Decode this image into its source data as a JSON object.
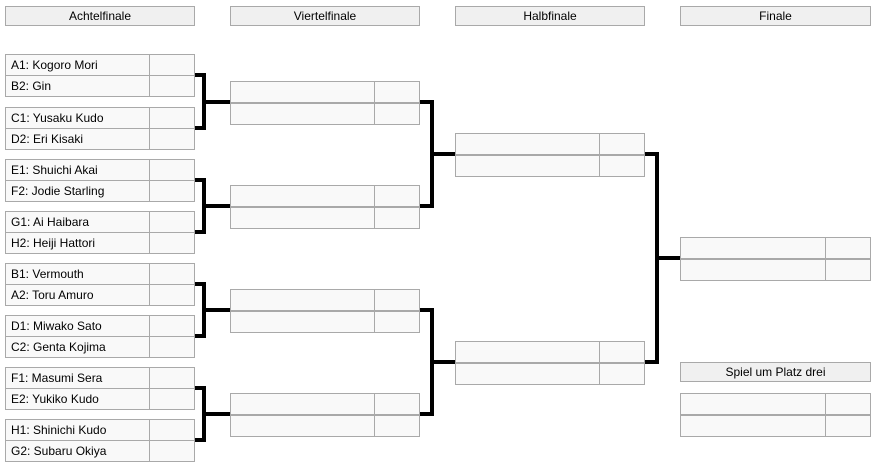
{
  "rounds": {
    "headers": [
      {
        "id": "r16",
        "label": "Achtelfinale"
      },
      {
        "id": "qf",
        "label": "Viertelfinale"
      },
      {
        "id": "sf",
        "label": "Halbfinale"
      },
      {
        "id": "final",
        "label": "Finale"
      },
      {
        "id": "third",
        "label": "Spiel um Platz drei"
      }
    ]
  },
  "bracket": {
    "r16": [
      {
        "slots": [
          {
            "label": "A1: Kogoro Mori",
            "score": ""
          },
          {
            "label": "B2: Gin",
            "score": ""
          }
        ]
      },
      {
        "slots": [
          {
            "label": "C1: Yusaku Kudo",
            "score": ""
          },
          {
            "label": "D2: Eri Kisaki",
            "score": ""
          }
        ]
      },
      {
        "slots": [
          {
            "label": "E1: Shuichi Akai",
            "score": ""
          },
          {
            "label": "F2: Jodie Starling",
            "score": ""
          }
        ]
      },
      {
        "slots": [
          {
            "label": "G1: Ai Haibara",
            "score": ""
          },
          {
            "label": "H2: Heiji Hattori",
            "score": ""
          }
        ]
      },
      {
        "slots": [
          {
            "label": "B1: Vermouth",
            "score": ""
          },
          {
            "label": "A2: Toru Amuro",
            "score": ""
          }
        ]
      },
      {
        "slots": [
          {
            "label": "D1: Miwako Sato",
            "score": ""
          },
          {
            "label": "C2: Genta Kojima",
            "score": ""
          }
        ]
      },
      {
        "slots": [
          {
            "label": "F1: Masumi Sera",
            "score": ""
          },
          {
            "label": "E2: Yukiko Kudo",
            "score": ""
          }
        ]
      },
      {
        "slots": [
          {
            "label": "H1: Shinichi Kudo",
            "score": ""
          },
          {
            "label": "G2: Subaru Okiya",
            "score": ""
          }
        ]
      }
    ],
    "qf": [
      {
        "slots": [
          {
            "label": "",
            "score": ""
          },
          {
            "label": "",
            "score": ""
          }
        ]
      },
      {
        "slots": [
          {
            "label": "",
            "score": ""
          },
          {
            "label": "",
            "score": ""
          }
        ]
      },
      {
        "slots": [
          {
            "label": "",
            "score": ""
          },
          {
            "label": "",
            "score": ""
          }
        ]
      },
      {
        "slots": [
          {
            "label": "",
            "score": ""
          },
          {
            "label": "",
            "score": ""
          }
        ]
      }
    ],
    "sf": [
      {
        "slots": [
          {
            "label": "",
            "score": ""
          },
          {
            "label": "",
            "score": ""
          }
        ]
      },
      {
        "slots": [
          {
            "label": "",
            "score": ""
          },
          {
            "label": "",
            "score": ""
          }
        ]
      }
    ],
    "final": {
      "slots": [
        {
          "label": "",
          "score": ""
        },
        {
          "label": "",
          "score": ""
        }
      ]
    },
    "third_place": {
      "slots": [
        {
          "label": "",
          "score": ""
        },
        {
          "label": "",
          "score": ""
        }
      ]
    }
  },
  "colors": {
    "background": "#ffffff",
    "box_fill": "#f9f9f9",
    "header_fill": "#f0f0f0",
    "border": "#a9a9a9",
    "connector": "#000000",
    "text": "#000000"
  }
}
